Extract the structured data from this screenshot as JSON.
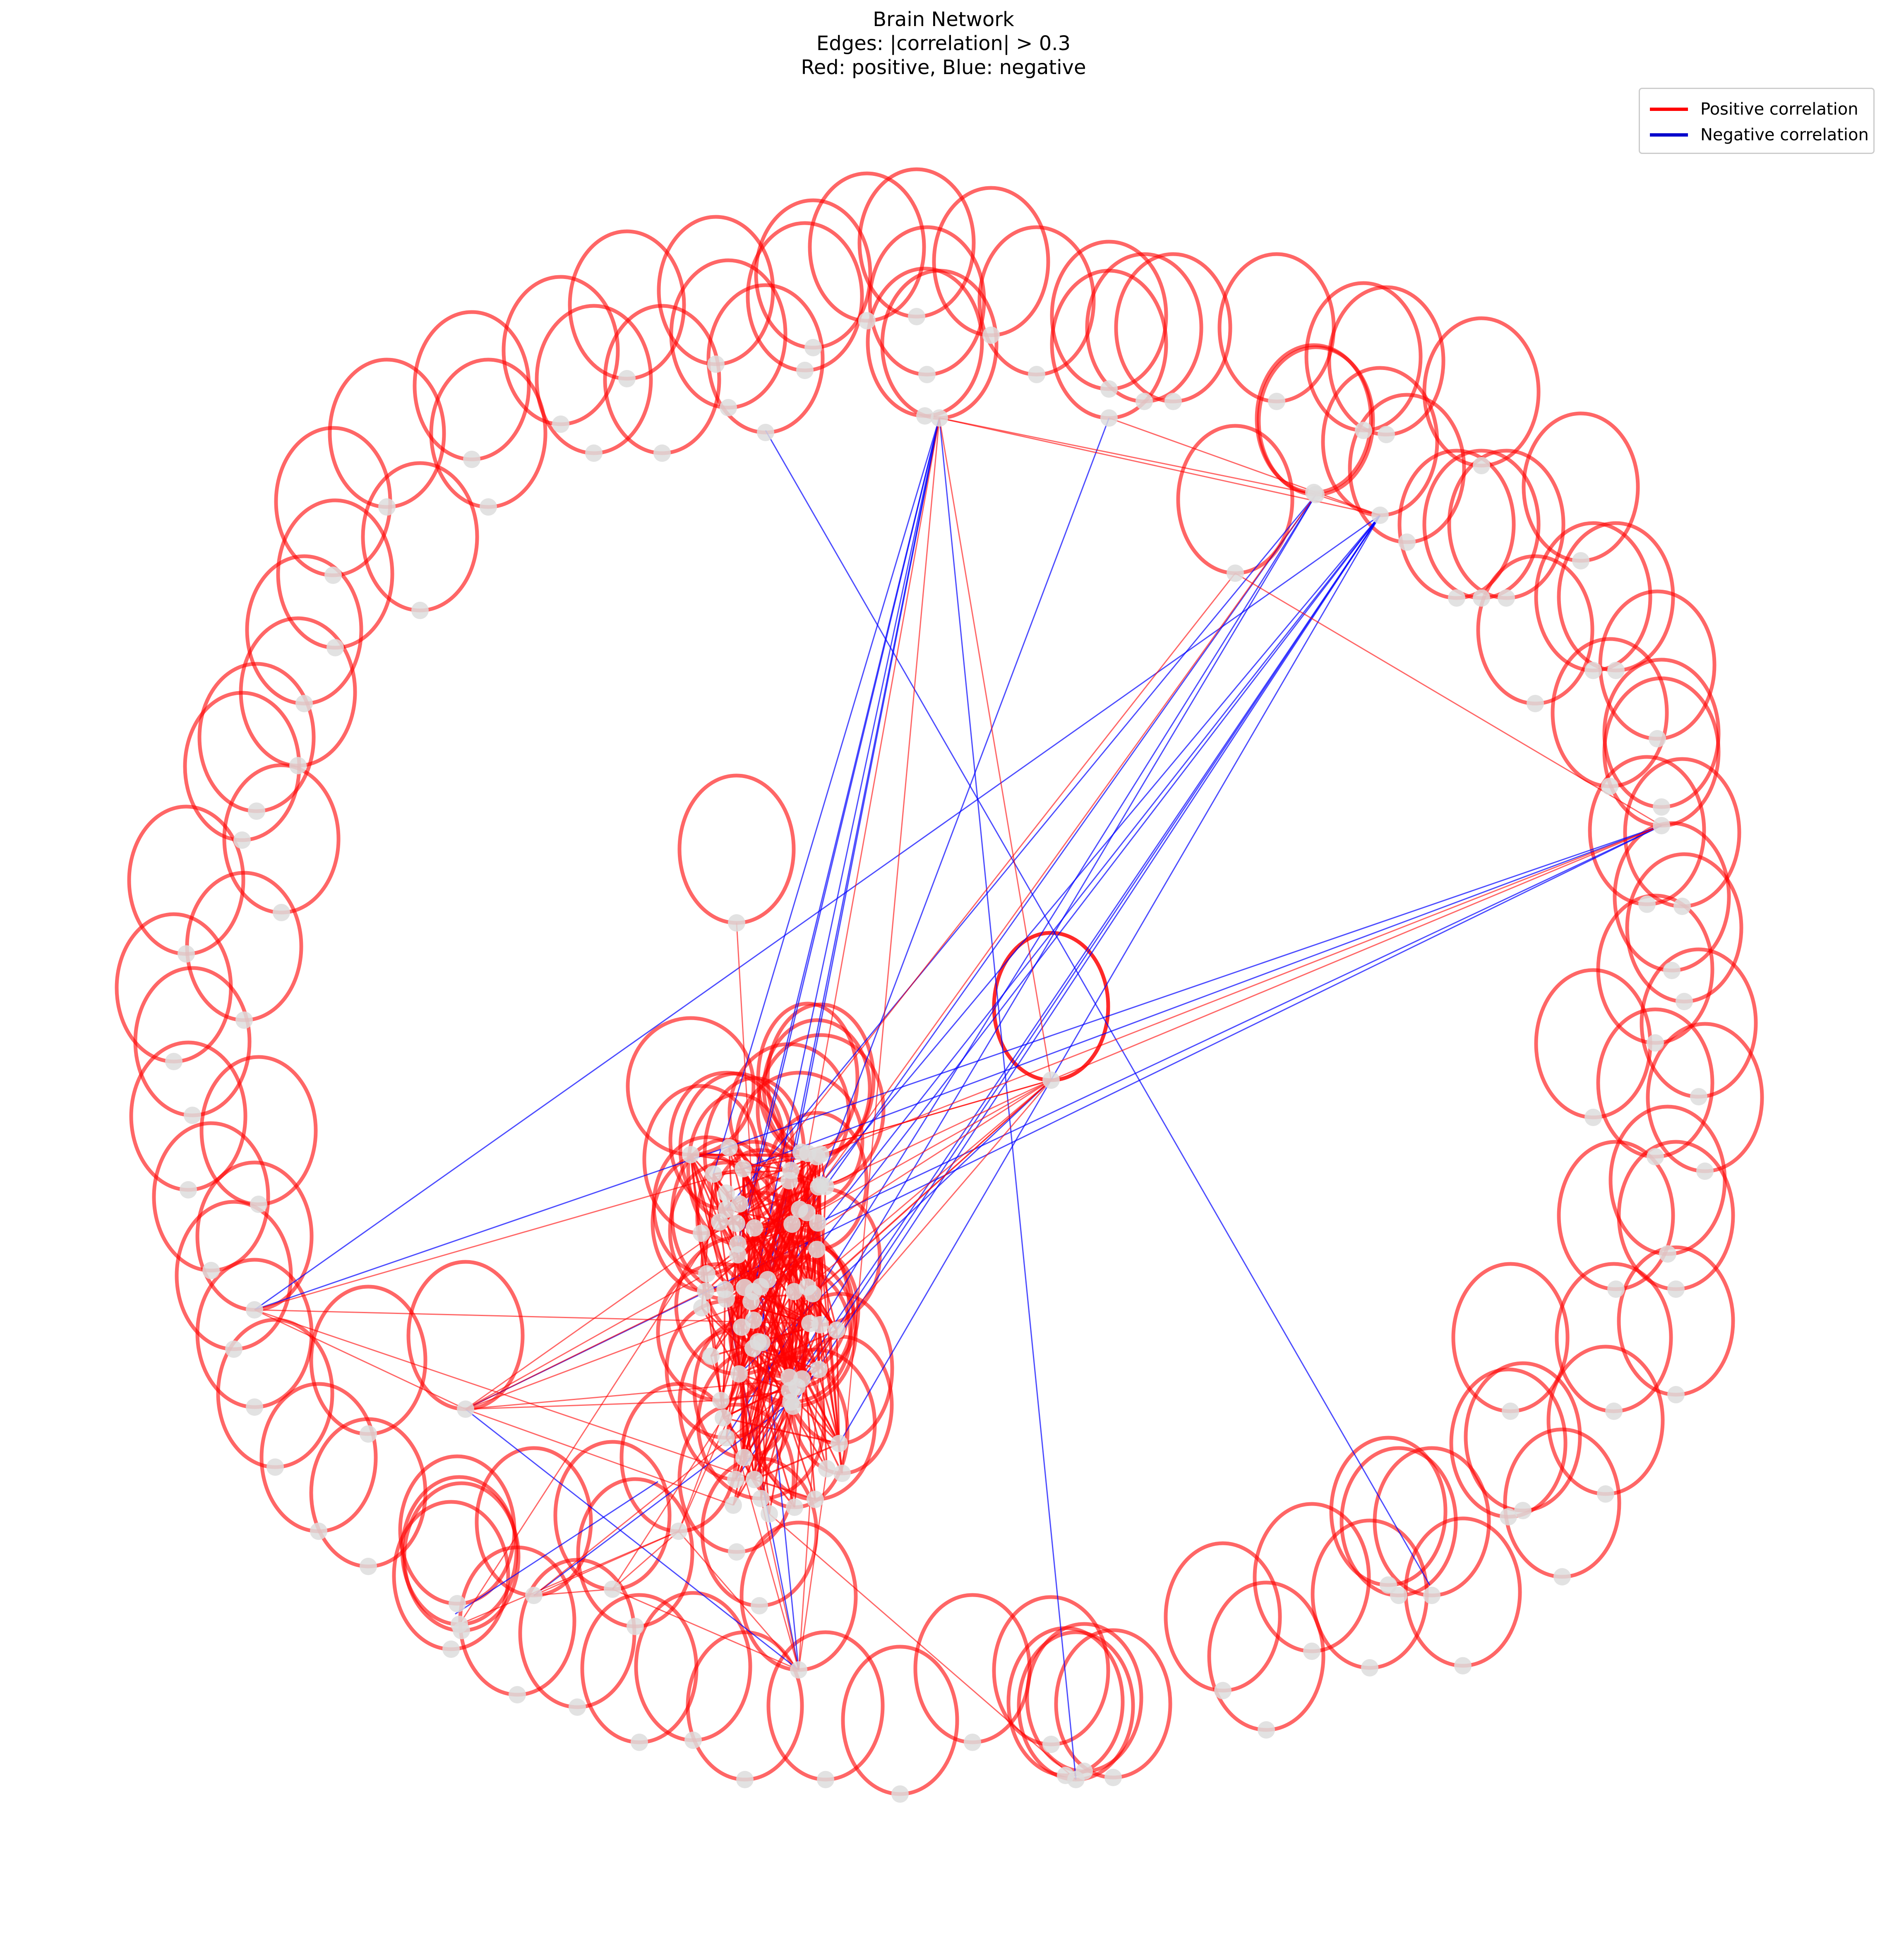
{
  "title": {
    "line1": "Brain Network",
    "line2": "Edges: |correlation| > 0.3",
    "line3": "Red: positive, Blue: negative"
  },
  "legend": {
    "placement": "top-right",
    "items": [
      {
        "label": "Positive correlation",
        "color": "#ff0000"
      },
      {
        "label": "Negative correlation",
        "color": "#0000cc"
      }
    ]
  },
  "colors": {
    "positive_edge": "#ff0000",
    "negative_edge": "#0000ff",
    "node": "#dddddd",
    "background": "#ffffff"
  },
  "network": {
    "edge_threshold": 0.3,
    "self_loops": true,
    "layout": "spring (ring of peripheral nodes with a dense central cluster)"
  }
}
